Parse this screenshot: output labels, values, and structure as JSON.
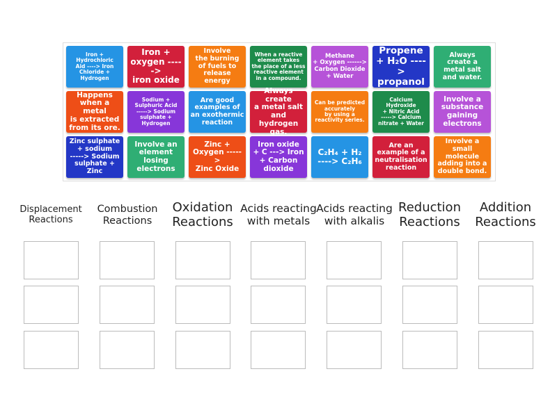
{
  "tiles": [
    [
      "Iron +\nHydrochloric\nAid ----> Iron\nChloride +\nHydrogen",
      "Iron +\noxygen ----->\niron oxide",
      "Involve\nthe burning\nof fuels to\nrelease energy",
      "When a reactive\nelement takes\nthe place of a less\nreactive element\nin a compound.",
      "Methane\n+ Oxygen ------>\nCarbon Dioxide\n+ Water",
      "Propene\n+ H₂O ---->\npropanol",
      "Always\ncreate a\nmetal salt\nand water."
    ],
    [
      "Happens\nwhen a metal\nis extracted\nfrom its ore.",
      "Sodium +\nSulphuric Acid\n-----> Sodium\nsulphate +\nHydrogen",
      "Are good\nexamples of\nan exothermic\nreaction",
      "Always create\na metal salt\nand hydrogen\ngas.",
      "Can be predicted\naccurately\nby using a\nreactivity series.",
      "Calcium\nHydroxide\n+ Nitric Acid\n-----> Calcium\nnitrate + Water",
      "Involve a\nsubstance\ngaining\nelectrons"
    ],
    [
      "Zinc sulphate\n+ sodium\n-----> Sodium\nsulphate + Zinc",
      "Involve an\nelement\nlosing\nelectrons",
      "Zinc +\nOxygen ----->\nZinc Oxide",
      "Iron oxide\n+ C ---> Iron\n+ Carbon\ndioxide",
      "C₂H₄ + H₂\n----> C₂H₆",
      "Are an\nexample of a\nneutralisation\nreaction",
      "Involve a small\nmolecule\nadding into a\ndouble bond."
    ]
  ],
  "categories": [
    "Displacement Reactions",
    "Combustion Reactions",
    "Oxidation Reactions",
    "Acids reacting with metals",
    "Acids reacting with alkalis",
    "Reduction Reactions",
    "Addition Reactions"
  ],
  "colors": {
    "blue": "#2594e4",
    "red": "#d2203b",
    "orange": "#f57c12",
    "dark_green": "#1e8b4b",
    "magenta": "#b653d8",
    "dark_blue": "#2337c6",
    "teal": "#2fae74",
    "orange_red": "#ee4e17",
    "violet": "#8736d9"
  }
}
